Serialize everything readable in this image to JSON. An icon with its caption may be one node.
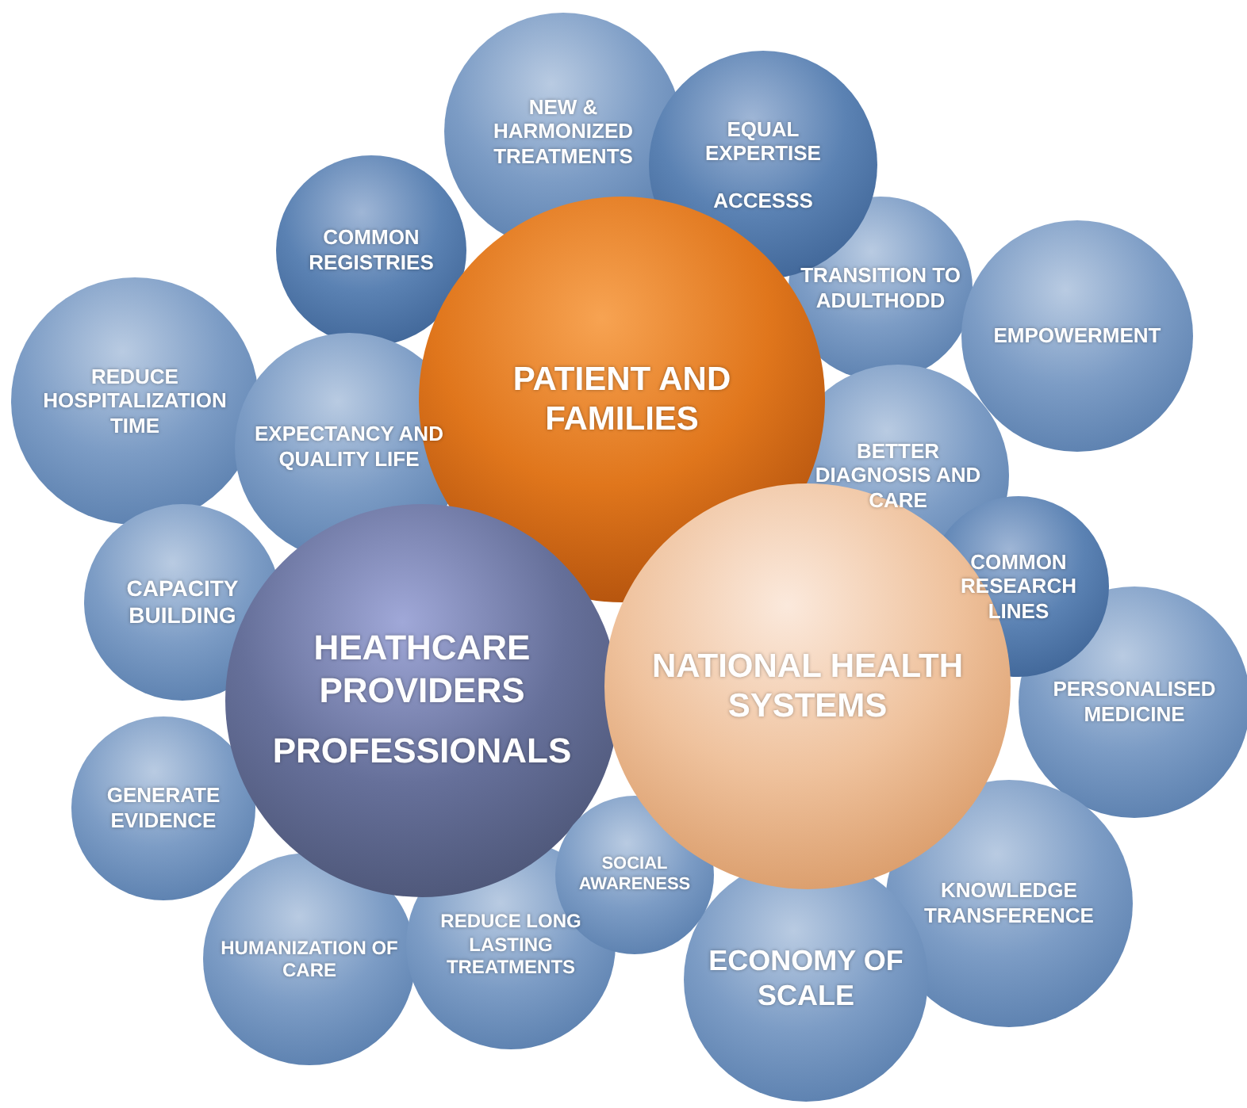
{
  "diagram": {
    "nodes": [
      {
        "text": [
          "NEW & HARMONIZED TREATMENTS"
        ]
      },
      {
        "text": [
          "EQUAL EXPERTISE",
          "ACCESSS"
        ]
      },
      {
        "text": [
          "COMMON REGISTRIES"
        ]
      },
      {
        "text": [
          "TRANSITION TO ADULTHODD"
        ]
      },
      {
        "text": [
          "EMPOWERMENT"
        ]
      },
      {
        "text": [
          "REDUCE HOSPITALIZATION TIME"
        ]
      },
      {
        "text": [
          "EXPECTANCY AND QUALITY LIFE"
        ]
      },
      {
        "text": [
          "PATIENT AND FAMILIES"
        ]
      },
      {
        "text": [
          "BETTER DIAGNOSIS AND CARE"
        ]
      },
      {
        "text": [
          "CAPACITY BUILDING"
        ]
      },
      {
        "text": [
          "COMMON RESEARCH LINES"
        ]
      },
      {
        "text": [
          "HEATHCARE PROVIDERS",
          "PROFESSIONALS"
        ]
      },
      {
        "text": [
          "NATIONAL HEALTH SYSTEMS"
        ]
      },
      {
        "text": [
          "PERSONALISED MEDICINE"
        ]
      },
      {
        "text": [
          "GENERATE EVIDENCE"
        ]
      },
      {
        "text": [
          "SOCIAL AWARENESS"
        ]
      },
      {
        "text": [
          "KNOWLEDGE TRANSFERENCE"
        ]
      },
      {
        "text": [
          "HUMANIZATION OF CARE"
        ]
      },
      {
        "text": [
          "REDUCE LONG LASTING TREATMENTS"
        ]
      },
      {
        "text": [
          "ECONOMY OF SCALE"
        ]
      }
    ]
  }
}
